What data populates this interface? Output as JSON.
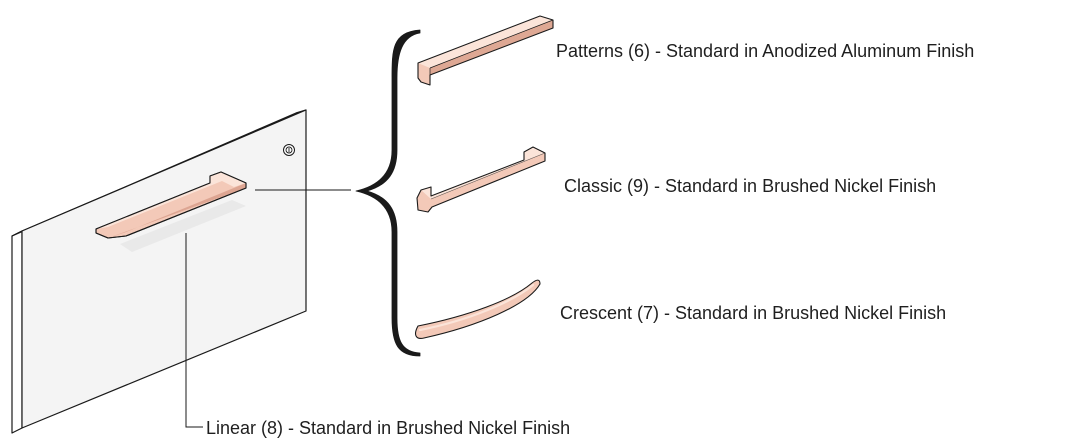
{
  "colors": {
    "handle_fill": "#f3c9b8",
    "handle_highlight": "#fbe4d9",
    "handle_shadow": "#d79c88",
    "outline": "#1a1a1a",
    "door_face": "#f4f4f4",
    "door_side": "#ffffff",
    "door_shadow": "#d8d8d8",
    "text": "#1f1f1f"
  },
  "labels": {
    "patterns": "Patterns (6) - Standard in Anodized Aluminum Finish",
    "classic": "Classic (9) - Standard in Brushed Nickel Finish",
    "crescent": "Crescent (7) - Standard in Brushed Nickel Finish",
    "linear": "Linear (8) - Standard in Brushed Nickel Finish"
  },
  "icons": {
    "lock": "lock-icon",
    "brace": "curly-brace-icon"
  }
}
